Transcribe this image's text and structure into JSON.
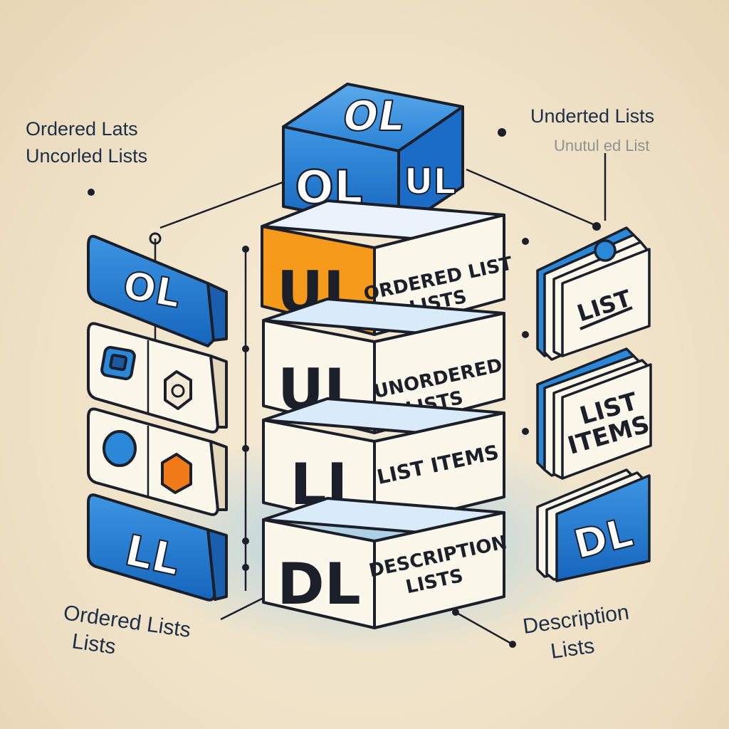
{
  "top_left_caption": [
    "Ordered Lats",
    "Uncorled Lists"
  ],
  "top_right_caption": [
    "Underted Lists",
    "Unutul ed List"
  ],
  "bottom_left_caption": [
    "Ordered Lists",
    "Lists"
  ],
  "bottom_right_caption": [
    "Description",
    "Lists"
  ],
  "top_cube": {
    "front_text": "OL",
    "side_text": "UL",
    "top_text": "OL"
  },
  "stack": [
    {
      "tag": "UL",
      "label": [
        "ORDERED LIST",
        "LISTS"
      ],
      "tag_color": "#f59a1b"
    },
    {
      "tag": "UL",
      "label": [
        "UNORDERED",
        "LISTS"
      ],
      "tag_color": "#fbf7ea"
    },
    {
      "tag": "LI",
      "label": [
        "LIST ITEMS",
        ""
      ],
      "tag_color": "#fbf7ea"
    },
    {
      "tag": "DL",
      "label": [
        "DESCRIPTION",
        "LISTS"
      ],
      "tag_color": "#fbf7ea"
    }
  ],
  "left_column": {
    "ol_button": "OL",
    "ll_button": "LL"
  },
  "right_column": {
    "card_1": "LIST",
    "card_2": [
      "LIST",
      "ITEMS"
    ],
    "card_3": "DL"
  },
  "colors": {
    "blue": "#1f78d1",
    "orange": "#f59a1b",
    "cream": "#fbf7ea",
    "outline": "#1b1f2a"
  }
}
